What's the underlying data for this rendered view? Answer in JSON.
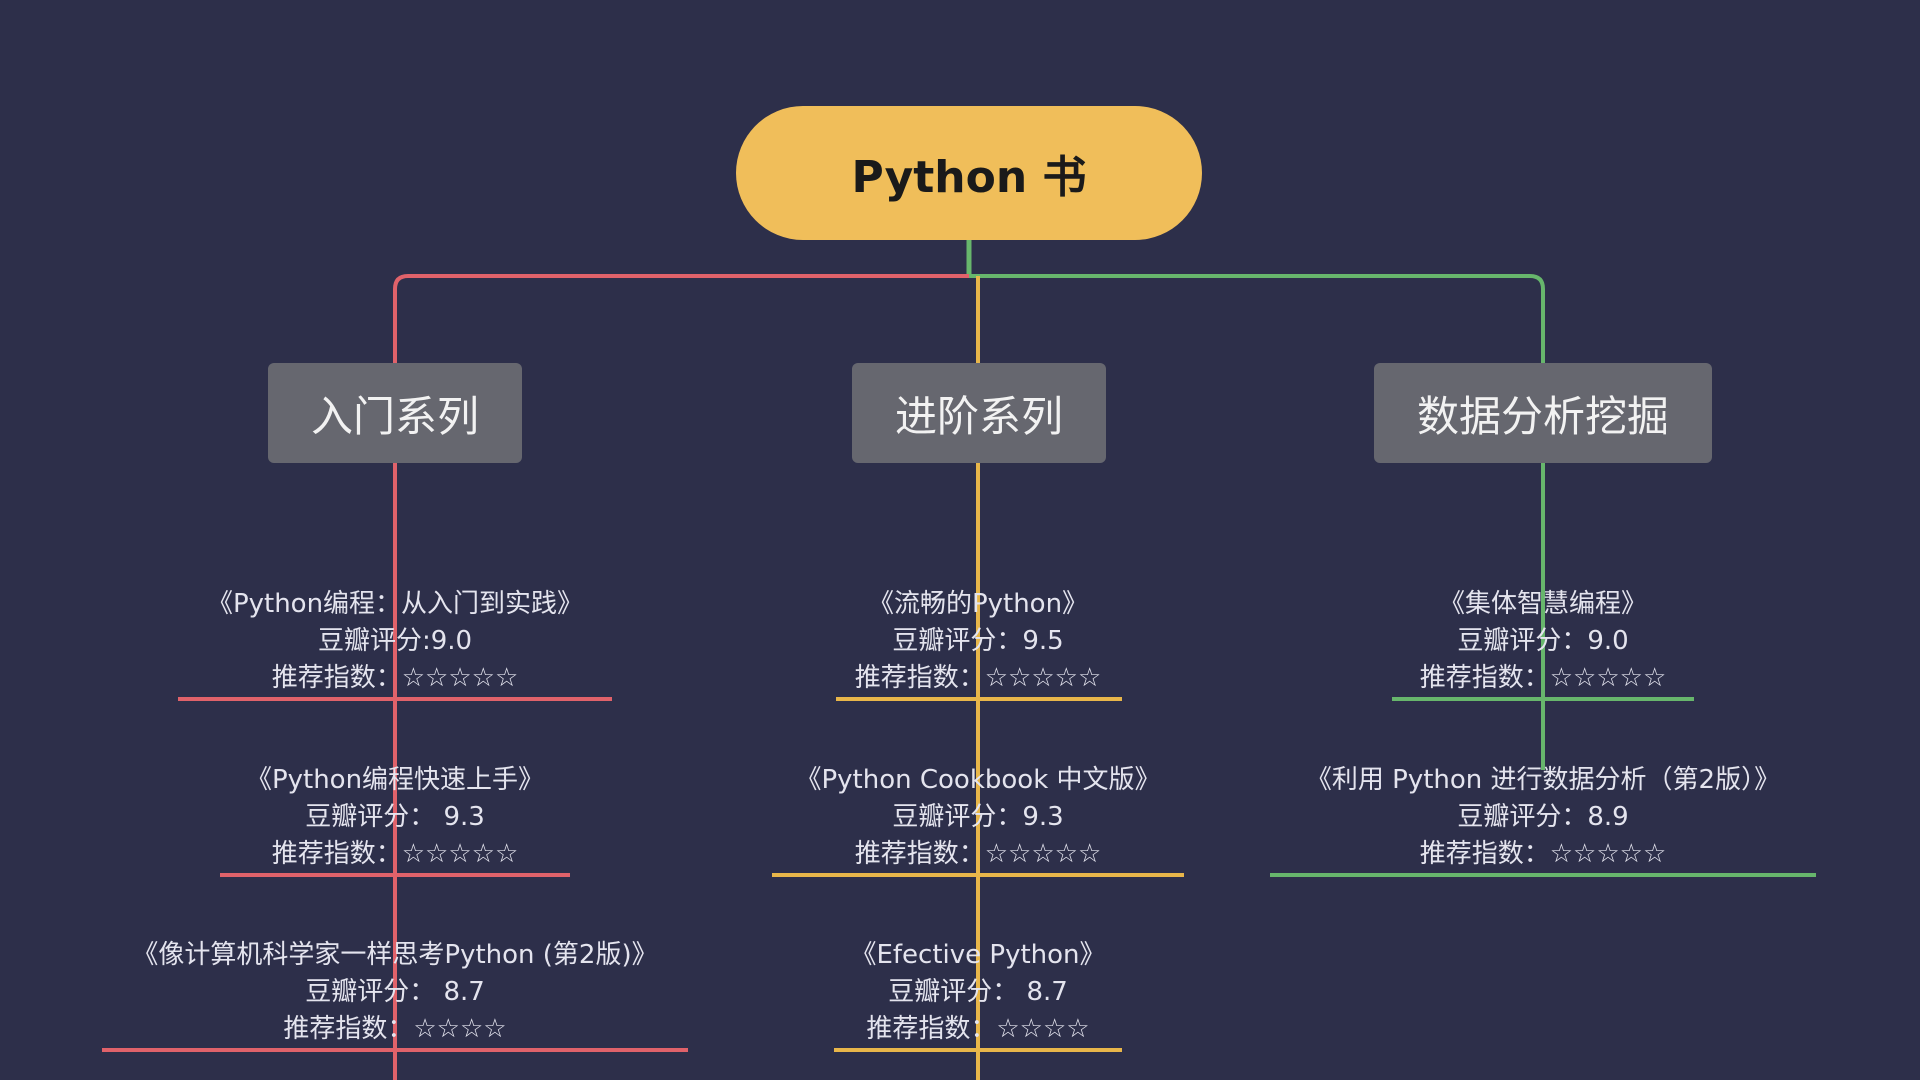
{
  "root": {
    "label": "Python 书"
  },
  "branch_colors": {
    "intro": "#e0626a",
    "advanced": "#e8b64a",
    "data": "#67b66c"
  },
  "branches": [
    {
      "label": "入门系列",
      "books": [
        {
          "title": "《Python编程：从入门到实践》",
          "rating": "豆瓣评分:9.0",
          "stars": "推荐指数：☆☆☆☆☆"
        },
        {
          "title": "《Python编程快速上手》",
          "rating": "豆瓣评分： 9.3",
          "stars": "推荐指数：☆☆☆☆☆"
        },
        {
          "title": "《像计算机科学家一样思考Python (第2版)》",
          "rating": "豆瓣评分： 8.7",
          "stars": "推荐指数：☆☆☆☆"
        }
      ]
    },
    {
      "label": "进阶系列",
      "books": [
        {
          "title": "《流畅的Python》",
          "rating": "豆瓣评分：9.5",
          "stars": "推荐指数：☆☆☆☆☆"
        },
        {
          "title": "《Python Cookbook 中文版》",
          "rating": "豆瓣评分：9.3",
          "stars": "推荐指数：☆☆☆☆☆"
        },
        {
          "title": "《Efective Python》",
          "rating": "豆瓣评分： 8.7",
          "stars": "推荐指数：☆☆☆☆"
        }
      ]
    },
    {
      "label": "数据分析挖掘",
      "books": [
        {
          "title": "《集体智慧编程》",
          "rating": "豆瓣评分：9.0",
          "stars": "推荐指数：☆☆☆☆☆"
        },
        {
          "title": "《利用 Python 进行数据分析（第2版）》",
          "rating": "豆瓣评分：8.9",
          "stars": "推荐指数：☆☆☆☆☆"
        }
      ]
    }
  ]
}
